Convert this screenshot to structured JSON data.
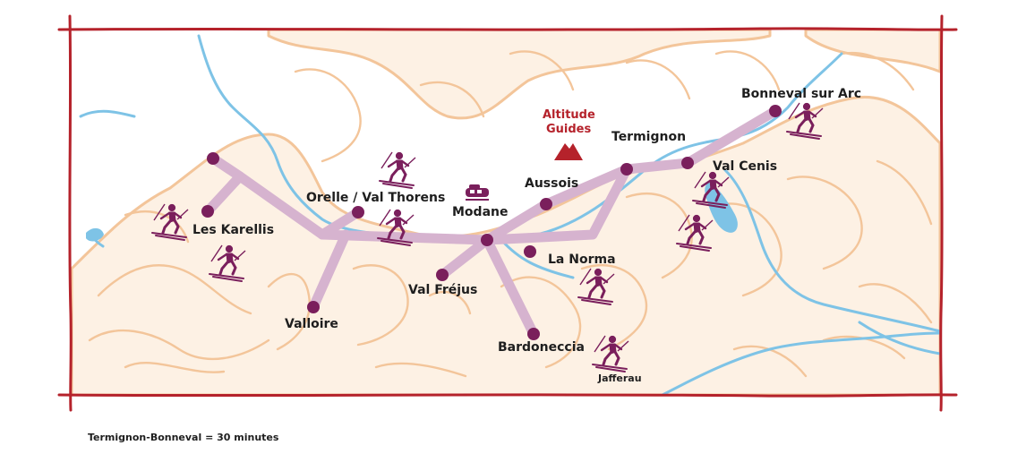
{
  "brand": {
    "line1": "Altitude",
    "line2": "Guides",
    "icon": "mountain-icon"
  },
  "places": {
    "les_karellis": "Les Karellis",
    "orelle_val_thorens": "Orelle / Val Thorens",
    "modane": "Modane",
    "aussois": "Aussois",
    "termignon": "Termignon",
    "bonneval_sur_arc": "Bonneval sur Arc",
    "val_cenis": "Val Cenis",
    "la_norma": "La Norma",
    "val_frejus": "Val Fréjus",
    "valloire": "Valloire",
    "bardonecchia": "Bardoneccia",
    "jafferau": "Jafferau"
  },
  "footnote": "Termignon-Bonneval = 30 minutes",
  "icons": {
    "skier": "skier-icon",
    "train": "train-icon",
    "mountain": "mountain-icon"
  },
  "colors": {
    "frame": "#b5222b",
    "terrain_fill": "#fdf1e4",
    "terrain_line": "#f3c59a",
    "river": "#7ec3e6",
    "route": "#d6b3cf",
    "node": "#7a1f5c",
    "skier": "#7a1f5c",
    "text": "#1e1e1e"
  }
}
